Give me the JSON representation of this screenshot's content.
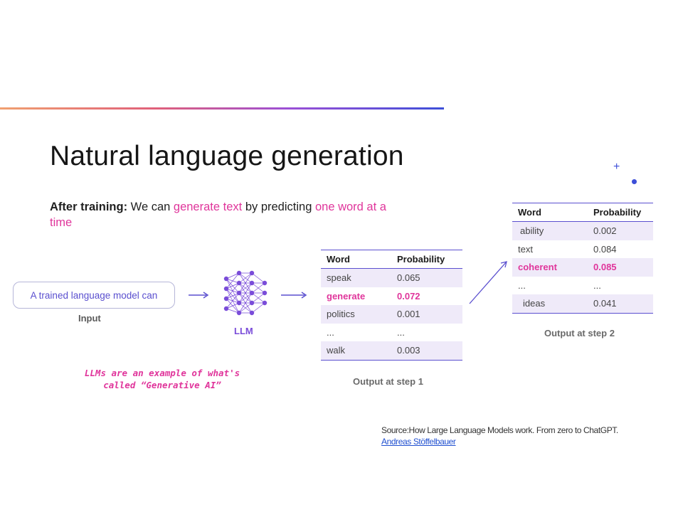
{
  "slide": {
    "title": "Natural language generation",
    "subtitle": {
      "lead": "After training:",
      "part1": " We can ",
      "hl1": "generate text",
      "part2": " by predicting ",
      "hl2": "one word at a time"
    },
    "input_text": "A trained language model can",
    "input_label": "Input",
    "llm_label": "LLM",
    "note_line1": "LLMs are an example of what's",
    "note_line2": "called “Generative AI”",
    "step1": {
      "caption": "Output at step 1",
      "headers": [
        "Word",
        "Probability"
      ],
      "rows": [
        {
          "word": "speak",
          "prob": "0.065"
        },
        {
          "word": "generate",
          "prob": "0.072"
        },
        {
          "word": "politics",
          "prob": "0.001"
        },
        {
          "word": "...",
          "prob": "..."
        },
        {
          "word": "walk",
          "prob": "0.003"
        }
      ]
    },
    "step2": {
      "caption": "Output at step 2",
      "headers": [
        "Word",
        "Probability"
      ],
      "rows": [
        {
          "word": "ability",
          "prob": "0.002"
        },
        {
          "word": "text",
          "prob": "0.084"
        },
        {
          "word": "coherent",
          "prob": "0.085"
        },
        {
          "word": "...",
          "prob": "..."
        },
        {
          "word": "ideas",
          "prob": "0.041"
        }
      ]
    },
    "decor_plus": "+",
    "source_text": "Source:How Large Language Models work. From zero to ChatGPT.",
    "source_author": "Andreas Stöffelbauer",
    "colors": {
      "accent": "#5a4fcf",
      "highlight": "#e0359b",
      "shade": "#efeaf9"
    }
  }
}
